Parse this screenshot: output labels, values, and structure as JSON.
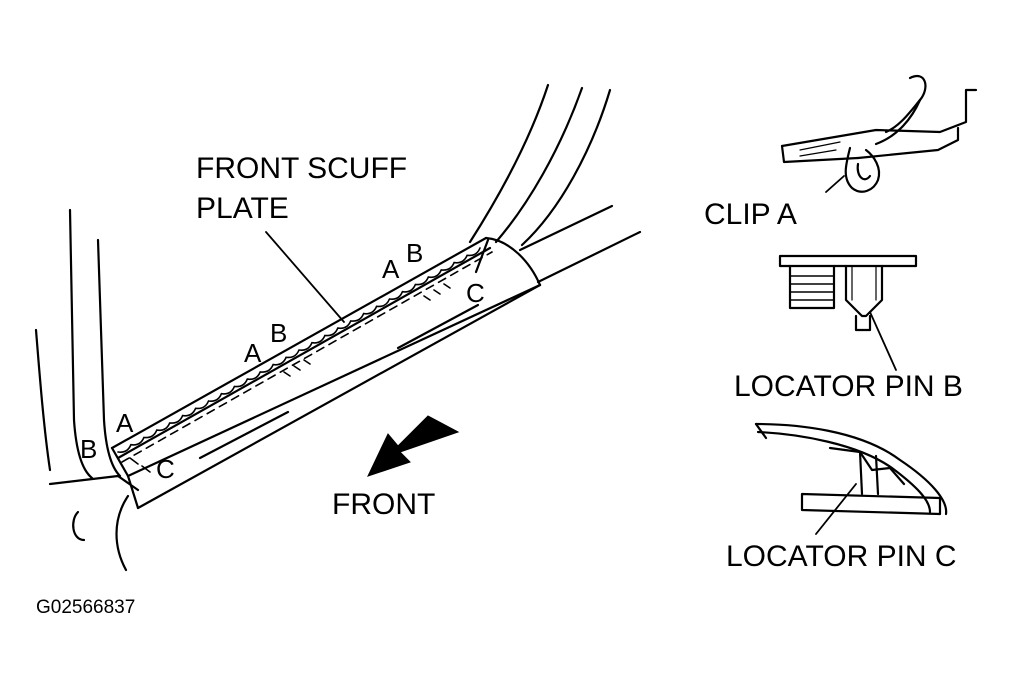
{
  "main": {
    "title_line1": "FRONT SCUFF",
    "title_line2": "PLATE",
    "front_label": "FRONT",
    "figure_id": "G02566837",
    "callouts": {
      "a": "A",
      "b": "B",
      "c": "C"
    }
  },
  "details": {
    "clip_a": "CLIP A",
    "locator_pin_b": "LOCATOR PIN B",
    "locator_pin_c": "LOCATOR PIN C"
  },
  "colors": {
    "ink": "#000000",
    "paper": "#ffffff"
  }
}
